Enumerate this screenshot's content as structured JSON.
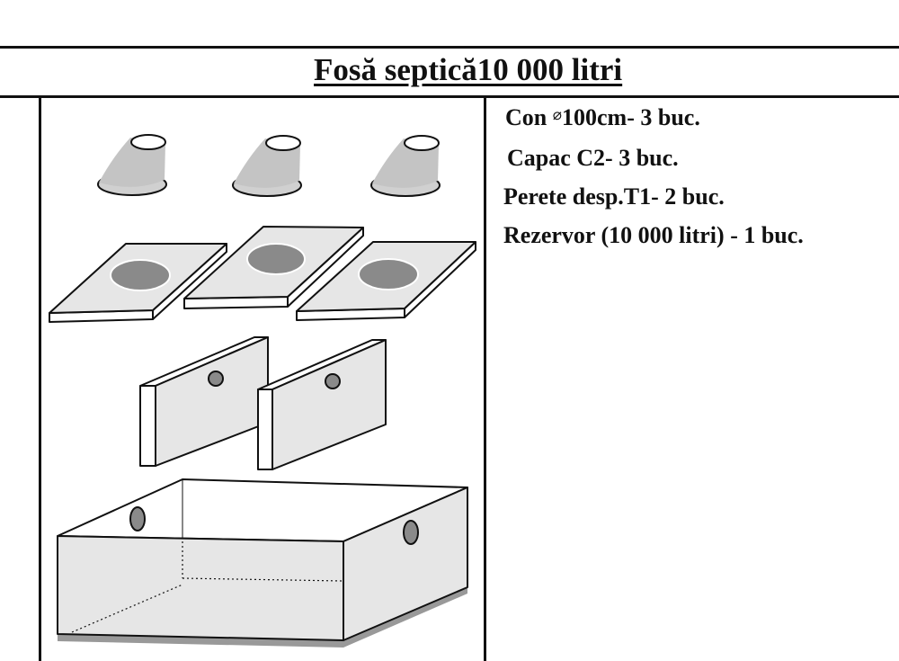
{
  "title": "Fosă septică10 000 litri",
  "components": [
    {
      "prefix": "Con ",
      "symbol": "⌀",
      "label": "100cm- 3 buc."
    },
    {
      "label": "Capac C2- 3 buc."
    },
    {
      "label": "Perete desp.T1- 2 buc."
    },
    {
      "label": "Rezervor (10 000 litri) - 1 buc."
    }
  ],
  "colors": {
    "line": "#111111",
    "part_fill": "#e6e6e6",
    "cone_fill": "#c4c4c4",
    "hole_fill": "#8a8a8a",
    "base_fill": "#999999"
  }
}
